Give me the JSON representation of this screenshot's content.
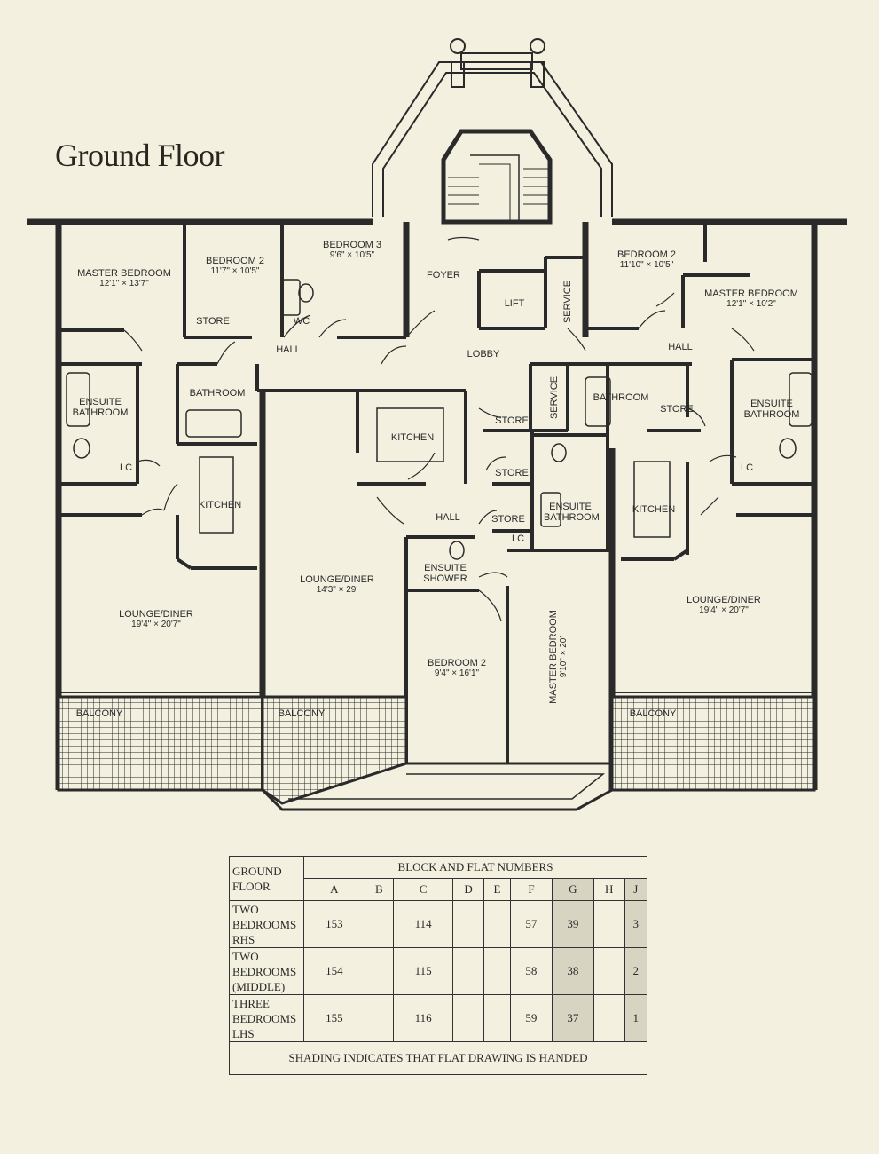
{
  "title": "Ground Floor",
  "rooms": {
    "master_left": {
      "name": "MASTER BEDROOM",
      "dim": "12'1\" × 13'7\""
    },
    "bed2_left": {
      "name": "BEDROOM 2",
      "dim": "11'7\" × 10'5\""
    },
    "bed3": {
      "name": "BEDROOM 3",
      "dim": "9'6\" × 10'5\""
    },
    "store_left": "STORE",
    "wc": "WC",
    "hall_left": "HALL",
    "ensuite_left": "ENSUITE BATHROOM",
    "bathroom_left": "BATHROOM",
    "lc_left": "LC",
    "kitchen_left": "KITCHEN",
    "lounge_left": {
      "name": "LOUNGE/DINER",
      "dim": "19'4\" × 20'7\""
    },
    "balcony_left": "BALCONY",
    "foyer": "FOYER",
    "lift": "LIFT",
    "service_top": "SERVICE",
    "lobby": "LOBBY",
    "service_mid": "SERVICE",
    "store_mid1": "STORE",
    "kitchen_mid": "KITCHEN",
    "store_mid2": "STORE",
    "store_mid3": "STORE",
    "lc_mid": "LC",
    "ensuite_mid": "ENSUITE BATHROOM",
    "hall_mid": "HALL",
    "ensuite_shower": "ENSUITE SHOWER",
    "lounge_mid": {
      "name": "LOUNGE/DINER",
      "dim": "14'3\" × 29'"
    },
    "bed2_mid": {
      "name": "BEDROOM 2",
      "dim": "9'4\" × 16'1\""
    },
    "master_mid": {
      "name": "MASTER BEDROOM",
      "dim": "9'10\" × 20'"
    },
    "balcony_mid": "BALCONY",
    "bed2_right": {
      "name": "BEDROOM 2",
      "dim": "11'10\" × 10'5\""
    },
    "master_right": {
      "name": "MASTER BEDROOM",
      "dim": "12'1\" × 10'2\""
    },
    "hall_right": "HALL",
    "bathroom_right": "BATHROOM",
    "store_right": "STORE",
    "ensuite_right": "ENSUITE BATHROOM",
    "lc_right": "LC",
    "kitchen_right": "KITCHEN",
    "lounge_right": {
      "name": "LOUNGE/DINER",
      "dim": "19'4\" × 20'7\""
    },
    "balcony_right": "BALCONY"
  },
  "table": {
    "corner_line1": "GROUND",
    "corner_line2": "FLOOR",
    "heading": "BLOCK AND FLAT NUMBERS",
    "columns": [
      "A",
      "B",
      "C",
      "D",
      "E",
      "F",
      "G",
      "H",
      "J"
    ],
    "rows": [
      {
        "label1": "TWO",
        "label2": "BEDROOMS",
        "label3": "RHS",
        "cells": [
          "153",
          "",
          "114",
          "",
          "",
          "57",
          "39",
          "",
          "3"
        ]
      },
      {
        "label1": "TWO",
        "label2": "BEDROOMS",
        "label3": "(MIDDLE)",
        "cells": [
          "154",
          "",
          "115",
          "",
          "",
          "58",
          "38",
          "",
          "2"
        ]
      },
      {
        "label1": "THREE",
        "label2": "BEDROOMS",
        "label3": "LHS",
        "cells": [
          "155",
          "",
          "116",
          "",
          "",
          "59",
          "37",
          "",
          "1"
        ]
      }
    ],
    "shaded_columns": [
      "G",
      "J"
    ],
    "note": "SHADING INDICATES THAT FLAT DRAWING IS HANDED"
  },
  "colors": {
    "paper": "#f3f0df",
    "ink": "#2a2a2a",
    "shade": "#d8d4c2"
  }
}
